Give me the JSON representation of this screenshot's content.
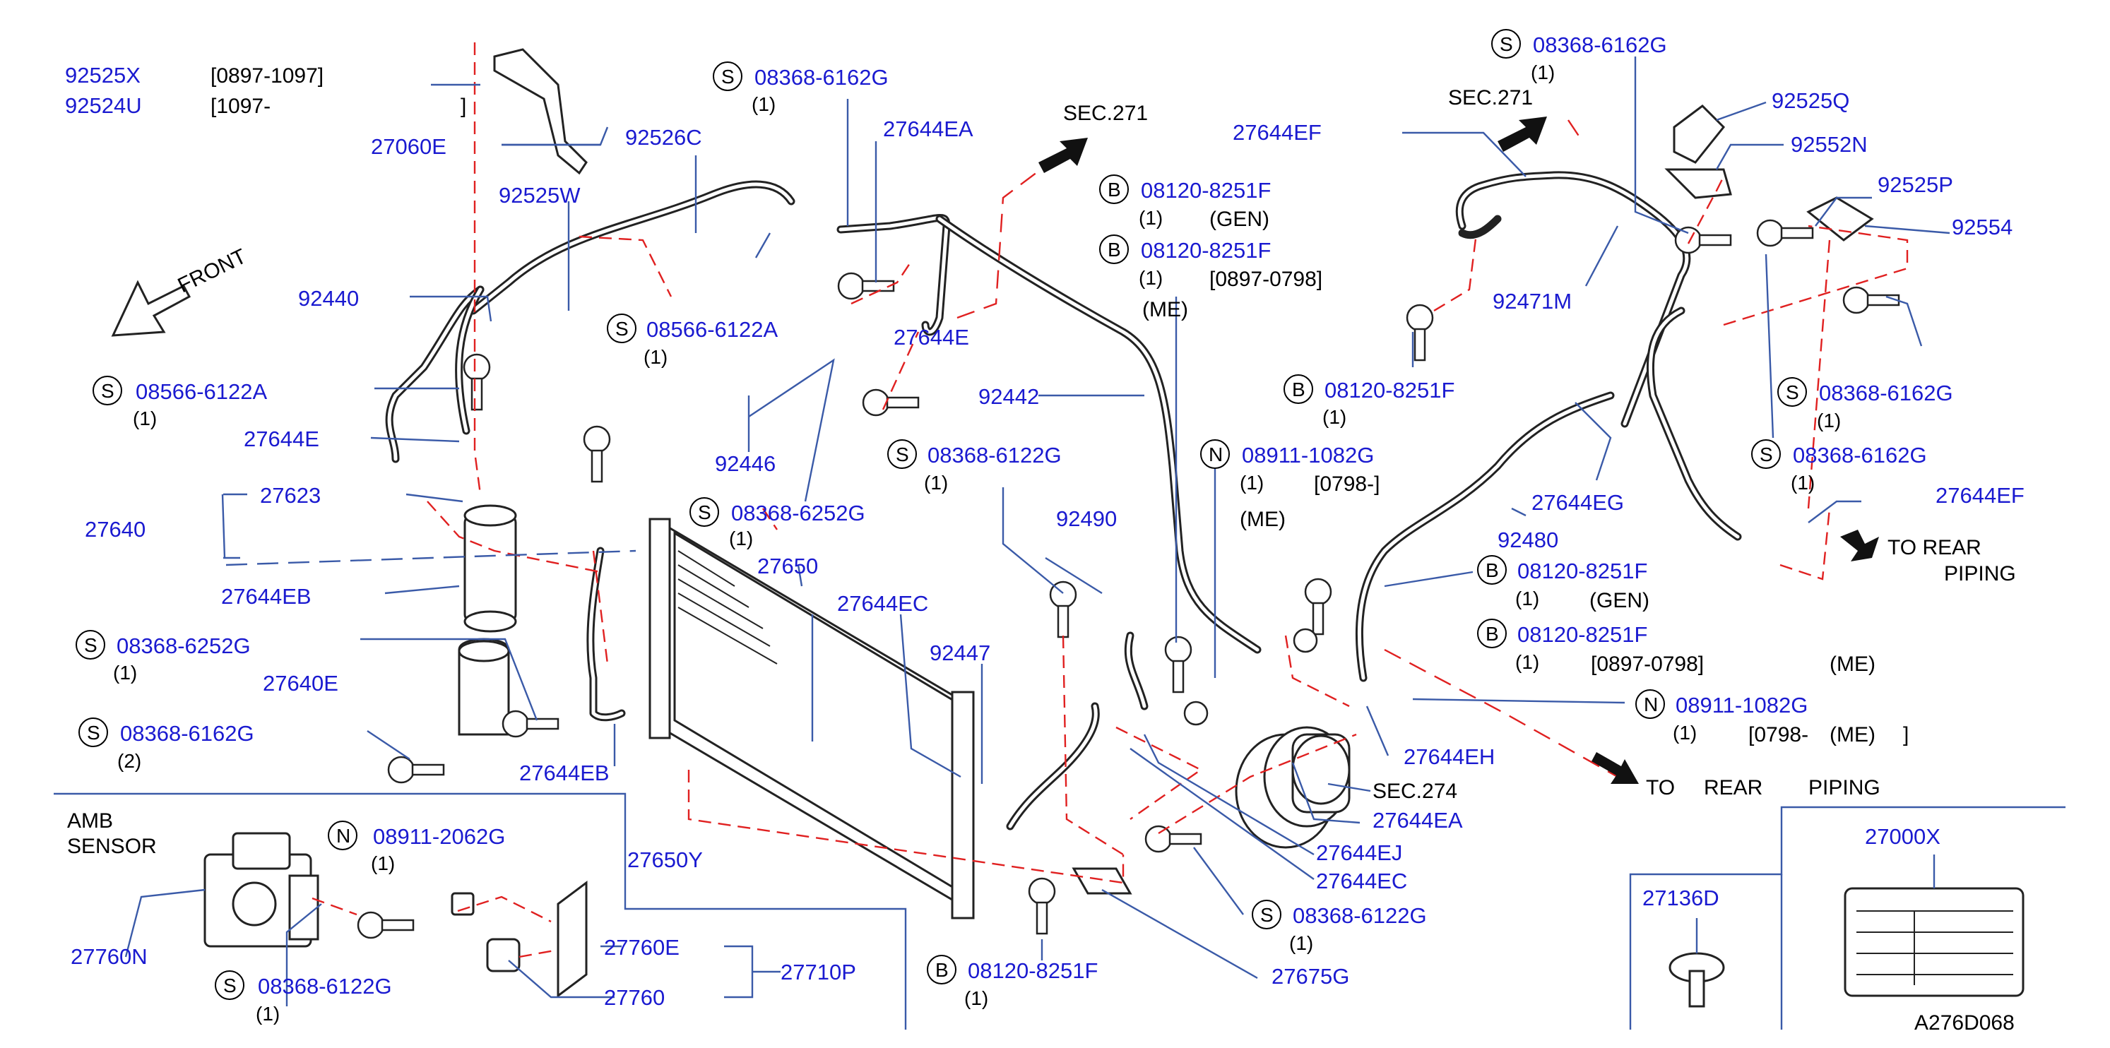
{
  "labels": {
    "p92525x": "92525X",
    "p92525x_date": "[0897-1097]",
    "p92524u": "92524U",
    "p92524u_date": "[1097-",
    "p92524u_close": "]",
    "p27060e": "27060E",
    "p92526c": "92526C",
    "p92525w": "92525W",
    "front": "FRONT",
    "p92440": "92440",
    "s08568_a": "08566-6122A",
    "s08568_a_qty": "(1)",
    "s08568_b": "08566-6122A",
    "s08568_b_qty": "(1)",
    "p27644e_a": "27644E",
    "p27644e_b": "27644E",
    "p27623": "27623",
    "p27640": "27640",
    "p27644eb_a": "27644EB",
    "s08368_6252g_a": "08368-6252G",
    "s08368_6252g_a_qty": "(1)",
    "p27640e": "27640E",
    "s08368_6162g_a": "08368-6162G",
    "s08368_6162g_a_qty": "(2)",
    "p27644eb_b": "27644EB",
    "s08368_6162g_top": "08368-6162G",
    "s08368_6162g_top_qty": "(1)",
    "p27644ea_a": "27644EA",
    "sec271_a": "SEC.271",
    "b08120_a": "08120-8251F",
    "b08120_a_qty": "(1)",
    "b08120_a_note": "(GEN)",
    "b08120_b": "08120-8251F",
    "b08120_b_qty": "(1)",
    "b08120_b_note": "[0897-0798]",
    "me_a": "(ME)",
    "p92446": "92446",
    "p92442": "92442",
    "s08368_6122g_a": "08368-6122G",
    "s08368_6122g_a_qty": "(1)",
    "s08368_6252g_b": "08368-6252G",
    "s08368_6252g_b_qty": "(1)",
    "p27650": "27650",
    "p27644ec_a": "27644EC",
    "p92490": "92490",
    "n08911_a": "08911-1082G",
    "n08911_a_qty": "(1)",
    "n08911_a_note": "[0798-]",
    "me_b": "(ME)",
    "p92447": "92447",
    "p27650y": "27650Y",
    "p27644ef_a": "27644EF",
    "s08368_6162g_r": "08368-6162G",
    "s08368_6162g_r_qty": "(1)",
    "sec271_b": "SEC.271",
    "p92525q": "92525Q",
    "p92552n": "92552N",
    "p92525p": "92525P",
    "p92554": "92554",
    "p92471m": "92471M",
    "b08120_c": "08120-8251F",
    "b08120_c_qty": "(1)",
    "s08368_6162g_r2": "08368-6162G",
    "s08368_6162g_r2_qty": "(1)",
    "s08368_6162g_r3": "08368-6162G",
    "s08368_6162g_r3_qty": "(1)",
    "p27644eg": "27644EG",
    "p27644ef_b": "27644EF",
    "p92480": "92480",
    "to_rear_a": "TO REAR",
    "piping_a": "PIPING",
    "b08120_d": "08120-8251F",
    "b08120_d_qty": "(1)",
    "b08120_d_note": "(GEN)",
    "b08120_e": "08120-8251F",
    "b08120_e_qty": "(1)",
    "b08120_e_note": "[0897-0798]",
    "me_c": "(ME)",
    "n08911_b": "08911-1082G",
    "n08911_b_qty": "(1)",
    "n08911_b_note": "[0798-",
    "me_d": "(ME)",
    "n08911_b_close": "]",
    "p27644eh": "27644EH",
    "sec274": "SEC.274",
    "p27644ea_b": "27644EA",
    "p27644ej": "27644EJ",
    "p27644ec_b": "27644EC",
    "s08368_6122g_b": "08368-6122G",
    "s08368_6122g_b_qty": "(1)",
    "p27675g": "27675G",
    "b08120_f": "08120-8251F",
    "b08120_f_qty": "(1)",
    "to_rear_b": "TO",
    "to_rear_b2": "REAR",
    "piping_b": "PIPING",
    "amb": "AMB",
    "sensor": "SENSOR",
    "n08911_c": "08911-2062G",
    "n08911_c_qty": "(1)",
    "p27760n": "27760N",
    "s08368_6122g_c": "08368-6122G",
    "s08368_6122g_c_qty": "(1)",
    "p27760e": "27760E",
    "p27710p": "27710P",
    "p27760": "27760",
    "p27136d": "27136D",
    "p27000x": "27000X",
    "ref": "A276D068",
    "S": "S",
    "B": "B",
    "N": "N"
  }
}
